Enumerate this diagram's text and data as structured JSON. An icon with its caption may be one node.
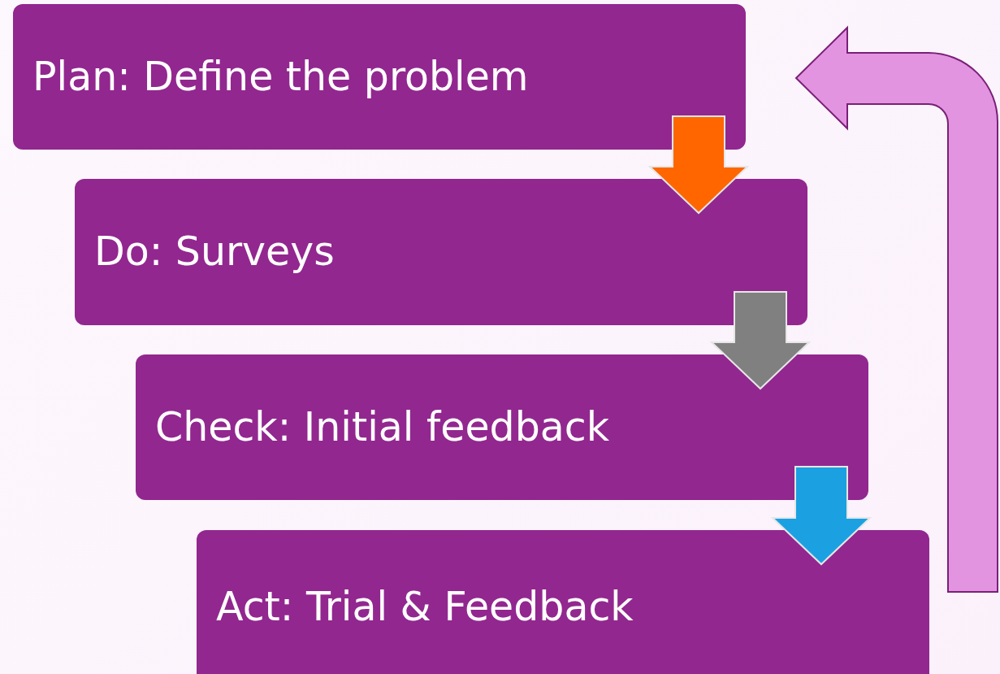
{
  "diagram": {
    "nodes": [
      {
        "text": [
          "Plan: Define the problem"
        ]
      },
      {
        "text": [
          "Do: Surveys"
        ]
      },
      {
        "text": [
          "Check: Initial feedback"
        ]
      },
      {
        "text": [
          "Act: Trial & Feedback"
        ]
      }
    ],
    "edges": [
      {
        "from": 0,
        "to": 1,
        "arrow": "to",
        "style": "thick",
        "color": "#ff6600"
      },
      {
        "from": 1,
        "to": 2,
        "arrow": "to",
        "style": "thick",
        "color": "#808080"
      },
      {
        "from": 2,
        "to": 3,
        "arrow": "to",
        "style": "thick",
        "color": "#1ba1e2"
      },
      {
        "from": 3,
        "to": 0,
        "arrow": "to",
        "style": "thick",
        "color": "#e394e0"
      }
    ]
  }
}
